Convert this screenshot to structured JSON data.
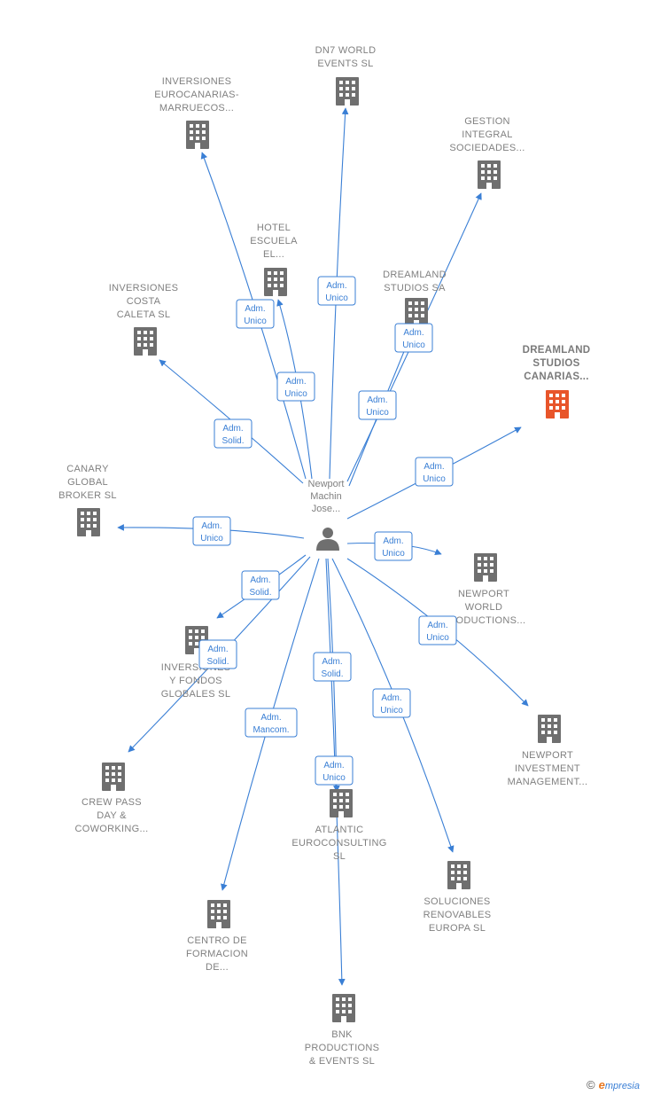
{
  "person": {
    "label_lines": [
      "Newport",
      "Machin",
      "Jose..."
    ]
  },
  "companies": [
    {
      "id": "dn7",
      "lines": [
        "DN7 WORLD",
        "EVENTS SL"
      ],
      "focus": false
    },
    {
      "id": "invmarr",
      "lines": [
        "INVERSIONES",
        "EUROCANARIAS-",
        "MARRUECOS..."
      ],
      "focus": false
    },
    {
      "id": "gestion",
      "lines": [
        "GESTION",
        "INTEGRAL",
        "SOCIEDADES..."
      ],
      "focus": false
    },
    {
      "id": "hotel",
      "lines": [
        "HOTEL",
        "ESCUELA",
        "EL..."
      ],
      "focus": false
    },
    {
      "id": "dreamland",
      "lines": [
        "DREAMLAND",
        "STUDIOS SA"
      ],
      "focus": false
    },
    {
      "id": "costa",
      "lines": [
        "INVERSIONES",
        "COSTA",
        "CALETA  SL"
      ],
      "focus": false
    },
    {
      "id": "dreamcan",
      "lines": [
        "DREAMLAND",
        "STUDIOS",
        "CANARIAS..."
      ],
      "focus": true
    },
    {
      "id": "canary",
      "lines": [
        "CANARY",
        "GLOBAL",
        "BROKER  SL"
      ],
      "focus": false
    },
    {
      "id": "nwp",
      "lines": [
        "NEWPORT",
        "WORLD",
        "PRODUCTIONS..."
      ],
      "focus": false
    },
    {
      "id": "fondos",
      "lines": [
        "INVERSIONES",
        "Y FONDOS",
        "GLOBALES  SL"
      ],
      "focus": false
    },
    {
      "id": "nim",
      "lines": [
        "NEWPORT",
        "INVESTMENT",
        "MANAGEMENT..."
      ],
      "focus": false
    },
    {
      "id": "crew",
      "lines": [
        "CREW PASS",
        "DAY &",
        "COWORKING..."
      ],
      "focus": false
    },
    {
      "id": "atlantic",
      "lines": [
        "ATLANTIC",
        "EUROCONSULTING",
        "SL"
      ],
      "focus": false
    },
    {
      "id": "soluciones",
      "lines": [
        "SOLUCIONES",
        "RENOVABLES",
        "EUROPA SL"
      ],
      "focus": false
    },
    {
      "id": "centro",
      "lines": [
        "CENTRO DE",
        "FORMACION",
        "DE..."
      ],
      "focus": false
    },
    {
      "id": "bnk",
      "lines": [
        "BNK",
        "PRODUCTIONS",
        "& EVENTS SL"
      ],
      "focus": false
    }
  ],
  "relations": [
    {
      "target": "dn7",
      "lines": [
        "Adm.",
        "Unico"
      ]
    },
    {
      "target": "invmarr",
      "lines": [
        "Adm.",
        "Unico"
      ]
    },
    {
      "target": "gestion",
      "lines": [
        "Adm.",
        "Unico"
      ]
    },
    {
      "target": "hotel",
      "lines": [
        "Adm.",
        "Unico"
      ]
    },
    {
      "target": "dreamland",
      "lines": [
        "Adm.",
        "Unico"
      ]
    },
    {
      "target": "costa",
      "lines": [
        "Adm.",
        "Solid."
      ]
    },
    {
      "target": "dreamcan",
      "lines": [
        "Adm.",
        "Unico"
      ]
    },
    {
      "target": "canary",
      "lines": [
        "Adm.",
        "Unico"
      ]
    },
    {
      "target": "nwp",
      "lines": [
        "Adm.",
        "Unico"
      ]
    },
    {
      "target": "fondos",
      "lines": [
        "Adm.",
        "Solid."
      ]
    },
    {
      "target": "nim",
      "lines": [
        "Adm.",
        "Unico"
      ]
    },
    {
      "target": "crew",
      "lines": [
        "Adm.",
        "Solid."
      ]
    },
    {
      "target": "atlantic",
      "lines": [
        "Adm.",
        "Solid."
      ]
    },
    {
      "target": "soluciones",
      "lines": [
        "Adm.",
        "Unico"
      ]
    },
    {
      "target": "centro",
      "lines": [
        "Adm.",
        "Mancom."
      ]
    },
    {
      "target": "bnk",
      "lines": [
        "Adm.",
        "Unico"
      ]
    }
  ],
  "colors": {
    "edge": "#3a7fd5",
    "building": "#6f6f6f",
    "building_focus": "#e8552a",
    "label": "#808080",
    "person": "#6f6f6f"
  },
  "footer": {
    "copyright": "©",
    "brand_initial": "e",
    "brand_rest": "mpresia"
  }
}
